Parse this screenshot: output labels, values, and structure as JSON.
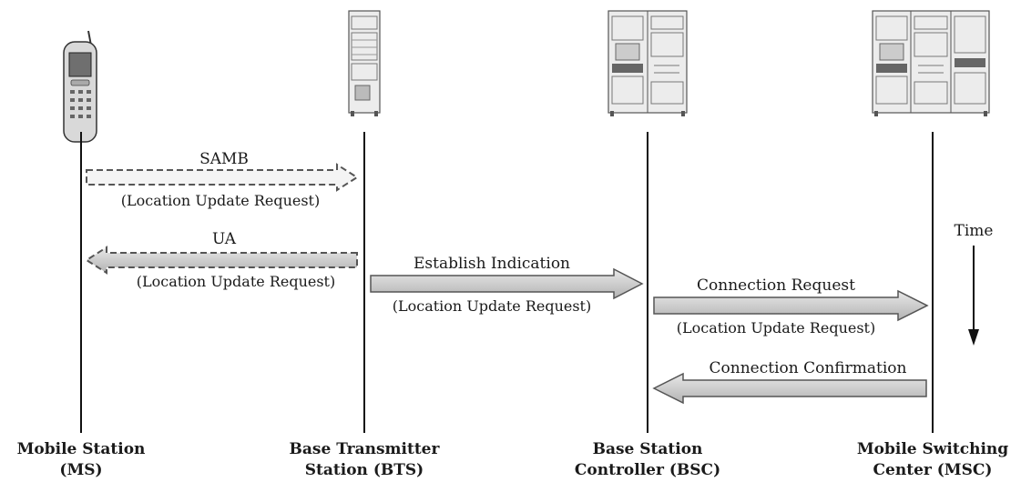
{
  "entities": [
    {
      "name_line1": "Mobile Station",
      "name_line2": "(MS)"
    },
    {
      "name_line1": "Base Transmitter",
      "name_line2": "Station (BTS)"
    },
    {
      "name_line1": "Base Station",
      "name_line2": "Controller (BSC)"
    },
    {
      "name_line1": "Mobile Switching",
      "name_line2": "Center (MSC)"
    }
  ],
  "messages": [
    {
      "label": "SAMB",
      "sublabel": "(Location Update Request)",
      "from": "MS",
      "to": "BTS",
      "style": "dashed"
    },
    {
      "label": "UA",
      "sublabel": "(Location Update Request)",
      "from": "BTS",
      "to": "MS",
      "style": "dashed"
    },
    {
      "label": "Establish Indication",
      "sublabel": "(Location Update Request)",
      "from": "BTS",
      "to": "BSC",
      "style": "solid"
    },
    {
      "label": "Connection Request",
      "sublabel": "(Location Update Request)",
      "from": "BSC",
      "to": "MSC",
      "style": "solid"
    },
    {
      "label": "Connection Confirmation",
      "sublabel": "",
      "from": "MSC",
      "to": "BSC",
      "style": "solid"
    }
  ],
  "time_label": "Time",
  "colors": {
    "arrow_fill": "#c9c9c9",
    "arrow_stroke": "#555555",
    "line": "#111111",
    "equipment": "#e4e4e4"
  }
}
